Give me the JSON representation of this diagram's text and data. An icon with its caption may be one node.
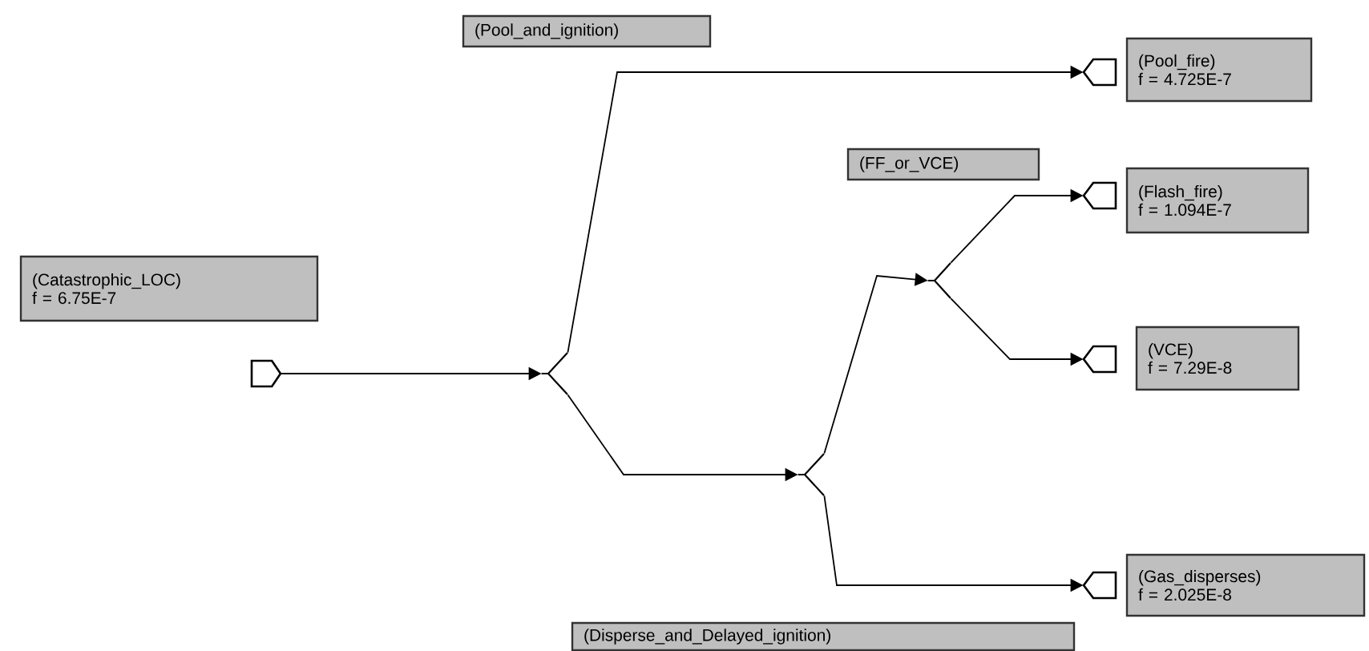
{
  "diagram": {
    "nodes": [
      {
        "text": [
          "(Catastrophic_LOC)",
          "f = 6.75E-7"
        ]
      },
      {
        "text": [],
        "shape": "pentagon"
      },
      {
        "text": [
          "(Pool_and_ignition)"
        ]
      },
      {
        "text": [],
        "shape": "chevron"
      },
      {
        "text": [
          "(FF_or_VCE)"
        ]
      },
      {
        "text": [],
        "shape": "chevron"
      },
      {
        "text": [],
        "shape": "chevron"
      },
      {
        "text": [
          "(Disperse_and_Delayed_ignition)"
        ]
      },
      {
        "text": [],
        "shape": "pentagon"
      },
      {
        "text": [
          "(Pool_fire)",
          "f = 4.725E-7"
        ]
      },
      {
        "text": [],
        "shape": "pentagon"
      },
      {
        "text": [
          "(Flash_fire)",
          "f = 1.094E-7"
        ]
      },
      {
        "text": [],
        "shape": "pentagon"
      },
      {
        "text": [
          "(VCE)",
          "f = 7.29E-8"
        ]
      },
      {
        "text": [],
        "shape": "pentagon"
      },
      {
        "text": [
          "(Gas_disperses)",
          "f = 2.025E-8"
        ]
      }
    ],
    "edges": [
      {
        "from": 1,
        "to": 3,
        "arrow": "to"
      },
      {
        "from": 3,
        "to": 8,
        "arrow": "to"
      },
      {
        "from": 3,
        "to": 6,
        "arrow": "to"
      },
      {
        "from": 6,
        "to": 5,
        "arrow": "to"
      },
      {
        "from": 5,
        "to": 10,
        "arrow": "to"
      },
      {
        "from": 5,
        "to": 12,
        "arrow": "to"
      },
      {
        "from": 6,
        "to": 14,
        "arrow": "to"
      }
    ]
  }
}
